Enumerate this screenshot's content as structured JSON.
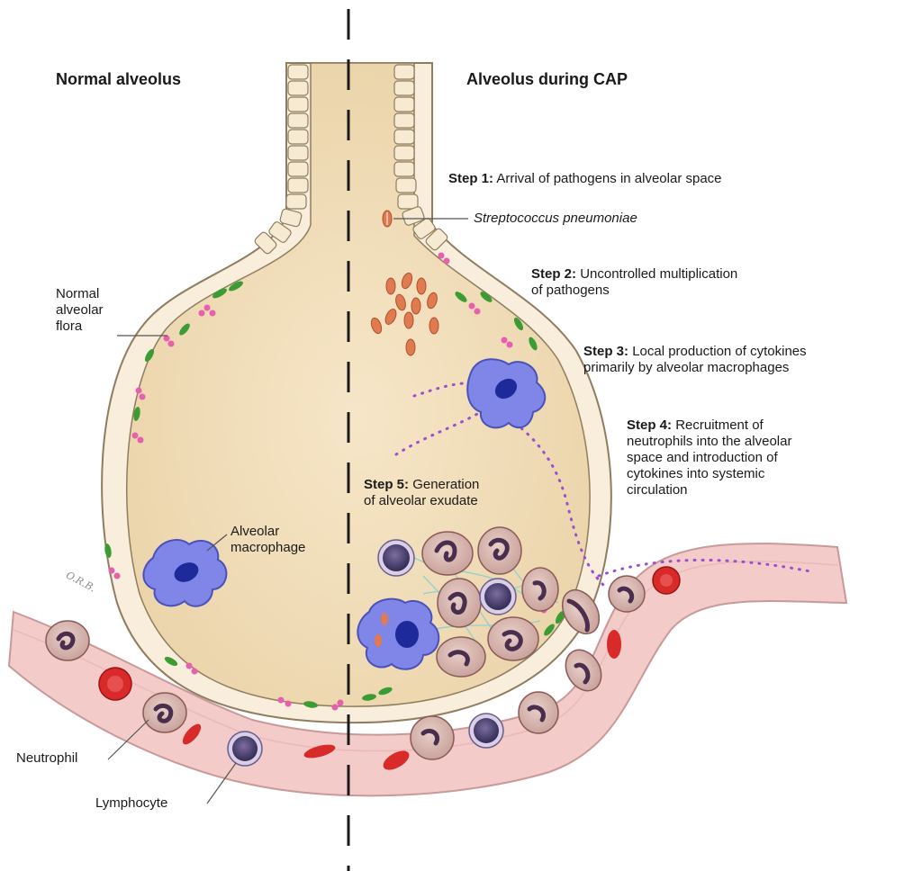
{
  "headers": {
    "left": "Normal alveolus",
    "right": "Alveolus during CAP"
  },
  "steps": [
    {
      "label": "Step 1:",
      "text": "Arrival of pathogens in alveolar space"
    },
    {
      "label": "Step 2:",
      "text": "Uncontrolled multiplication\nof pathogens"
    },
    {
      "label": "Step 3:",
      "text": "Local production of cytokines\nprimarily by alveolar macrophages"
    },
    {
      "label": "Step 4:",
      "text": "Recruitment of\nneutrophils into the alveolar\nspace and introduction of\ncytokines into systemic\ncirculation"
    },
    {
      "label": "Step 5:",
      "text": "Generation\nof alveolar exudate"
    }
  ],
  "labels": {
    "pathogen": "Streptococcus pneumoniae",
    "flora": "Normal\nalveolar\nflora",
    "macrophage": "Alveolar\nmacrophage",
    "neutrophil": "Neutrophil",
    "lymphocyte": "Lymphocyte"
  },
  "signature": "O.R.B.",
  "colors": {
    "alveolus_fill": "#f2e0bf",
    "alveolus_wall": "#f7eedc",
    "vessel_fill": "#f2c9c8",
    "rbc": "#d92a2a",
    "macrophage": "#7f86e8",
    "cytokine_dots": "#9b4fd0",
    "pathogen": "#e07a50",
    "flora_green": "#3b9c33",
    "flora_pink": "#e85fb0"
  }
}
